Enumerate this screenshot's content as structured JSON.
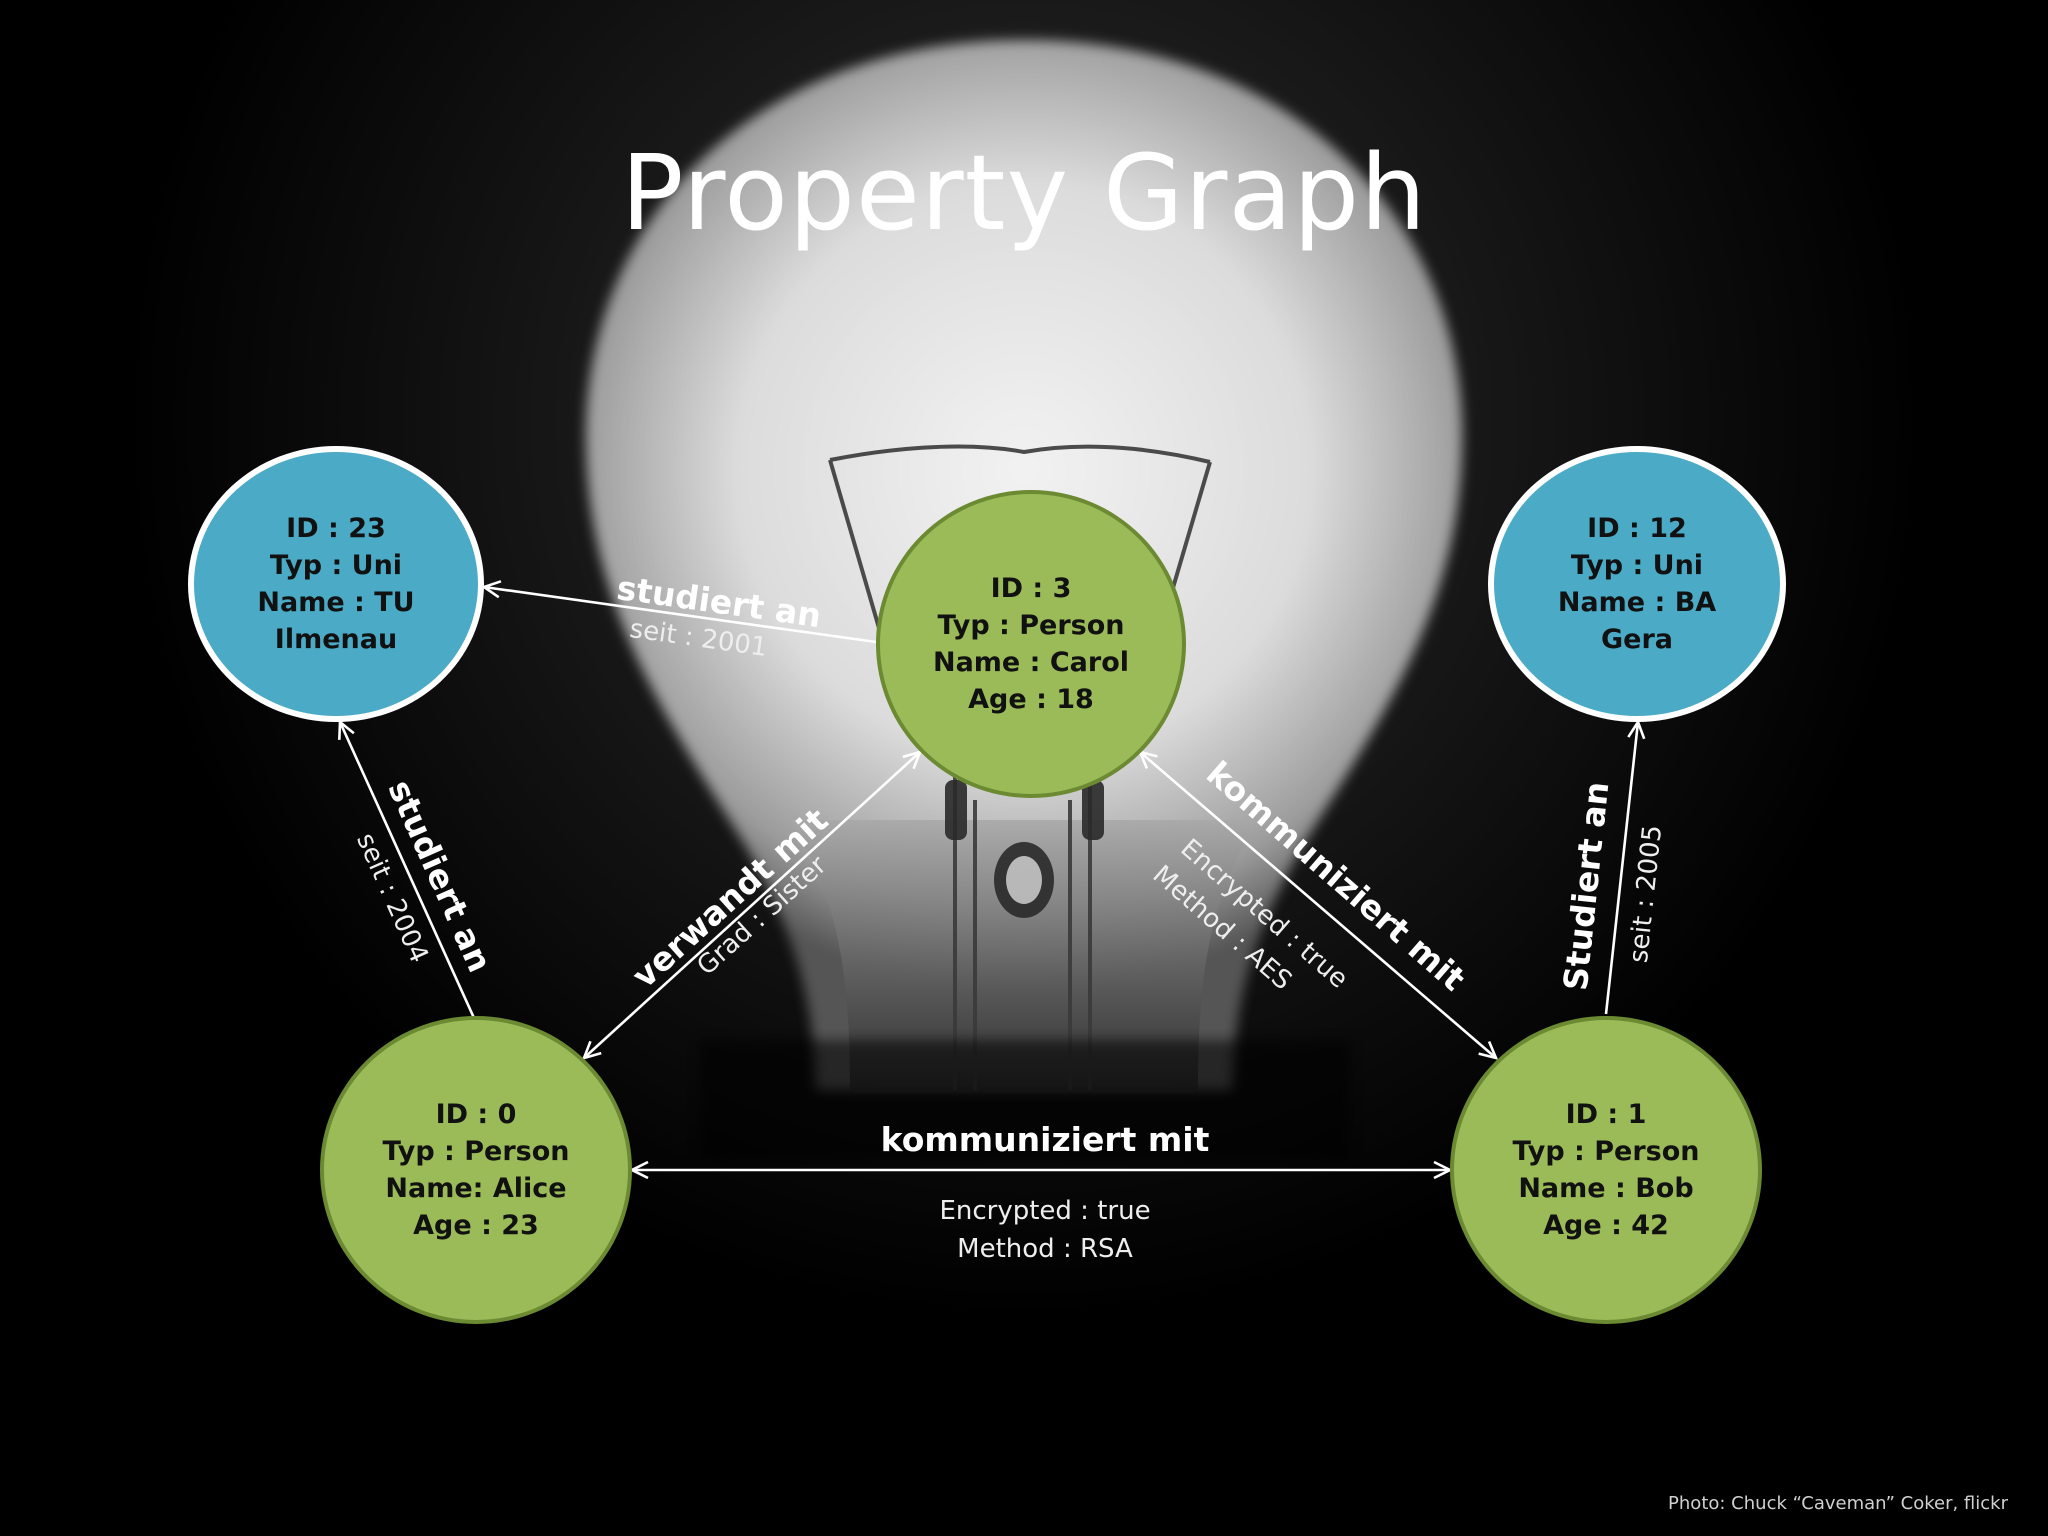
{
  "title": "Property Graph",
  "credit": "Photo: Chuck “Caveman” Coker, flickr",
  "nodes": {
    "tu": {
      "lines": [
        "ID : 23",
        "Typ : Uni",
        "Name : TU",
        "Ilmenau"
      ]
    },
    "carol": {
      "lines": [
        "ID : 3",
        "Typ : Person",
        "Name : Carol",
        "Age : 18"
      ]
    },
    "ba": {
      "lines": [
        "ID : 12",
        "Typ : Uni",
        "Name : BA",
        "Gera"
      ]
    },
    "alice": {
      "lines": [
        "ID : 0",
        "Typ : Person",
        "Name: Alice",
        "Age : 23"
      ]
    },
    "bob": {
      "lines": [
        "ID : 1",
        "Typ : Person",
        "Name : Bob",
        "Age : 42"
      ]
    }
  },
  "edges": {
    "carol_tu": {
      "label": "studiert an",
      "prop": "seit : 2001"
    },
    "alice_tu": {
      "label": "studiert an",
      "prop": "seit : 2004"
    },
    "alice_carol": {
      "label": "verwandt mit",
      "prop": "Grad : Sister"
    },
    "carol_bob": {
      "label": "kommuniziert mit",
      "prop1": "Encrypted : true",
      "prop2": "Method : AES"
    },
    "bob_ba": {
      "label": "Studiert an",
      "prop": "seit : 2005"
    },
    "alice_bob": {
      "label": "kommuniziert mit",
      "prop1": "Encrypted : true",
      "prop2": "Method : RSA"
    }
  },
  "colors": {
    "uni": "#4babc6",
    "person": "#9bbb59",
    "edge": "#ffffff",
    "background": "#000000"
  }
}
